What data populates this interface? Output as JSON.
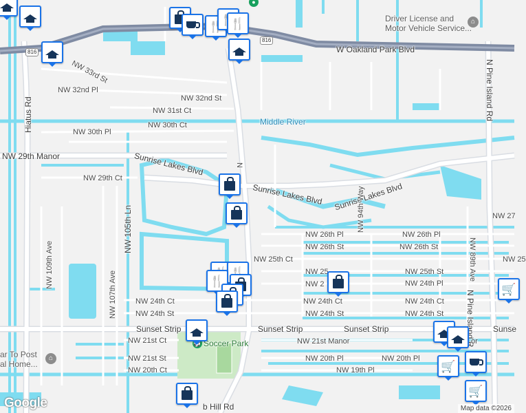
{
  "streets": {
    "w_oakland_park_blvd": "W Oakland Park Blvd",
    "nw_33rd_st": "NW 33rd St",
    "nw_32nd_pl": "NW 32nd Pl",
    "nw_32nd_st": "NW 32nd St",
    "nw_31st_ct": "NW 31st Ct",
    "nw_30th_pl": "NW 30th Pl",
    "nw_30th_ct": "NW 30th Ct",
    "nw_29th_manor": "NW 29th Manor",
    "nw_29th_ct": "NW 29th Ct",
    "sunrise_lakes_blvd_w": "Sunrise Lakes Blvd",
    "sunrise_lakes_blvd_c": "Sunrise Lakes Blvd",
    "sunrise_lakes_blvd_e": "Sunrise Lakes Blvd",
    "hiatus_rd": "Hiatus Rd",
    "nw_105th_ln": "NW 105th Ln",
    "nw_109th_ave": "NW 109th Ave",
    "nw_107th_ave": "NW 107th Ave",
    "n_vertical": "N",
    "nw_26th_pl_a": "NW 26th Pl",
    "nw_26th_pl_b": "NW 26th Pl",
    "nw_26th_st_a": "NW 26th St",
    "nw_26th_st_b": "NW 26th St",
    "nw_25th_ct": "NW 25th Ct",
    "nw_25th_ct_e": "NW 25",
    "nw_25th_st_a": "NW 2",
    "nw_25th_st_b": "NW 25th St",
    "nw_24th_pl_a": "NW 2",
    "nw_24th_pl_b": "NW 24th Pl",
    "nw_24th_ct_a": "NW 24th Ct",
    "nw_24th_ct_b": "NW 24th Ct",
    "nw_24th_ct_c": "NW 24th Ct",
    "nw_24th_st_a": "NW 24th St",
    "nw_24th_st_b": "NW 24th St",
    "nw_24th_st_c": "NW 24th St",
    "sunset_strip_a": "Sunset Strip",
    "sunset_strip_b": "Sunset Strip",
    "sunset_strip_c": "Sunset Strip",
    "sunset_strip_d": "Sunse",
    "nw_21st_ct": "NW 21st Ct",
    "nw_21st_manor": "NW 21st Manor",
    "nw_21st_st": "NW 21st St",
    "nw_20th_pl_a": "NW 20th Pl",
    "nw_20th_pl_b": "NW 20th Pl",
    "nw_20th_ct": "NW 20th Ct",
    "nw_19th_pl": "NW 19th Pl",
    "nw_94th_way": "NW 94th Way",
    "nw_89th_ave": "NW 89th Ave",
    "n_pine_island_rd": "N Pine Island Rd",
    "n_pine_island_rd_s": "N Pine Island R",
    "nw_27": "NW 27",
    "nw_25_far": "NW 25",
    "b_hill_rd": "b Hill Rd",
    "nw_24th_or": "or"
  },
  "water": {
    "middle_river": "Middle River"
  },
  "places": {
    "soccer_park": "Soccer Park",
    "driver_license": "Driver License and\nMotor Vehicle Service...",
    "post_office": "ar To Post\nal Home..."
  },
  "shields": {
    "s816_west": "816",
    "s816_east": "816"
  },
  "footer": {
    "google_logo": "Google",
    "attribution": "Map data ©2026"
  },
  "colors": {
    "background": "#f2f2f2",
    "water": "#7fdcf0",
    "highway": "#7f8ba3",
    "major_road": "#d9dde3",
    "park": "#cdeac6",
    "pin_border": "#1a73e8",
    "pin_icon": "#16355a"
  },
  "pins": [
    {
      "icon": "graduation-cap-icon"
    },
    {
      "icon": "graduation-cap-icon"
    },
    {
      "icon": "coffee-cup-icon"
    },
    {
      "icon": "shopping-bag-icon"
    },
    {
      "icon": "restaurant-icon"
    },
    {
      "icon": "restaurant-icon"
    },
    {
      "icon": "graduation-cap-icon"
    },
    {
      "icon": "graduation-cap-icon"
    },
    {
      "icon": "shopping-bag-icon"
    },
    {
      "icon": "shopping-bag-icon"
    },
    {
      "icon": "restaurant-icon"
    },
    {
      "icon": "shopping-bag-icon"
    },
    {
      "icon": "shopping-bag-icon"
    },
    {
      "icon": "shopping-bag-icon"
    },
    {
      "icon": "graduation-cap-icon"
    },
    {
      "icon": "graduation-cap-icon"
    },
    {
      "icon": "graduation-cap-icon"
    },
    {
      "icon": "shopping-cart-icon"
    },
    {
      "icon": "coffee-cup-icon"
    },
    {
      "icon": "shopping-cart-icon"
    },
    {
      "icon": "shopping-cart-icon"
    },
    {
      "icon": "shopping-bag-icon"
    }
  ]
}
